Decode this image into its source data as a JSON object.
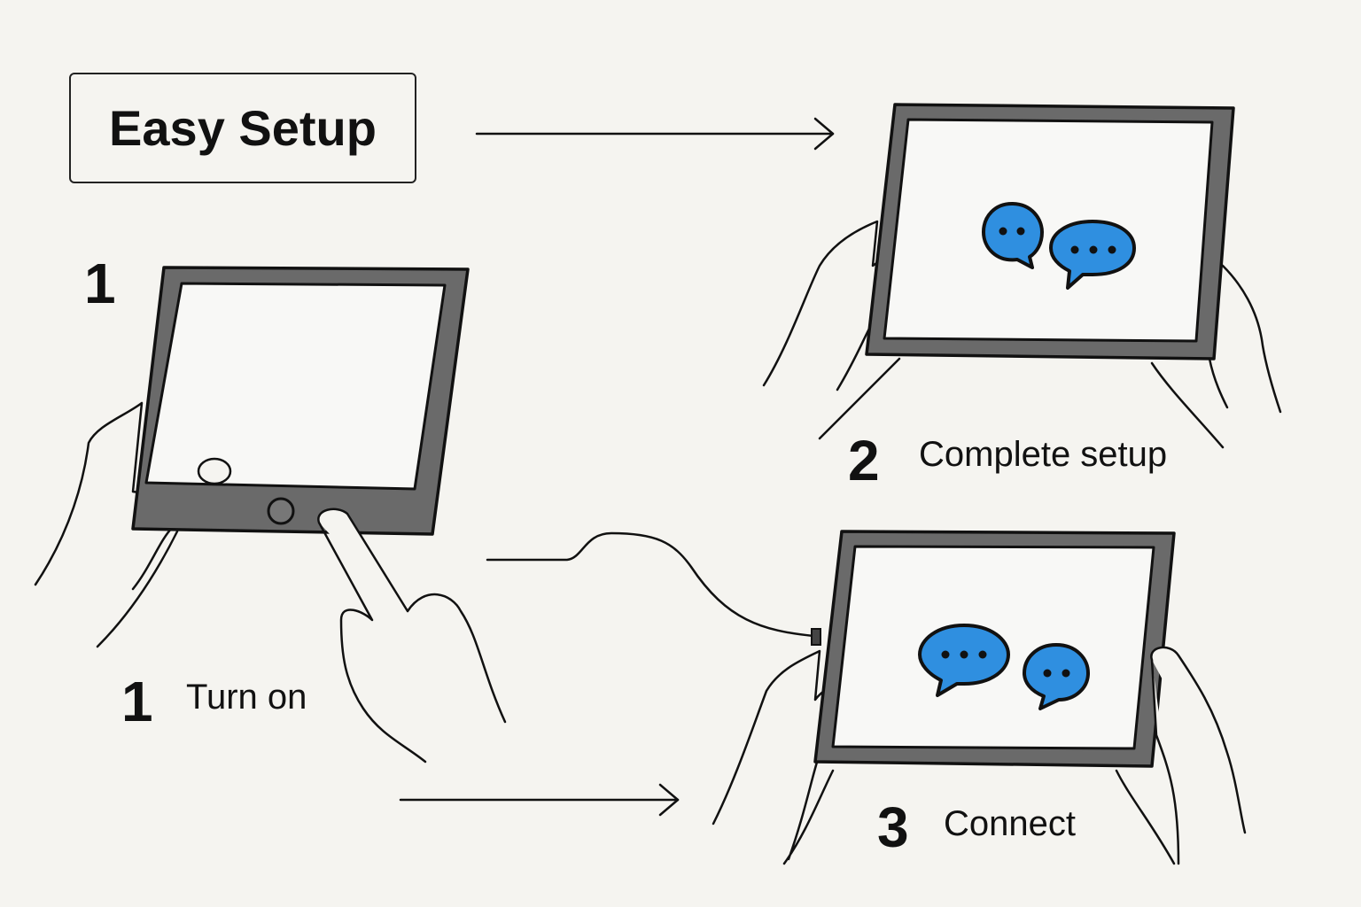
{
  "title": "Easy Setup",
  "steps": [
    {
      "number": "1",
      "label": "Turn on"
    },
    {
      "number": "2",
      "label": "Complete setup"
    },
    {
      "number": "3",
      "label": "Connect"
    }
  ],
  "step1_heading_number": "1",
  "colors": {
    "background": "#f5f4f0",
    "bezel": "#6a6a6a",
    "bubble": "#2f8fe0"
  }
}
